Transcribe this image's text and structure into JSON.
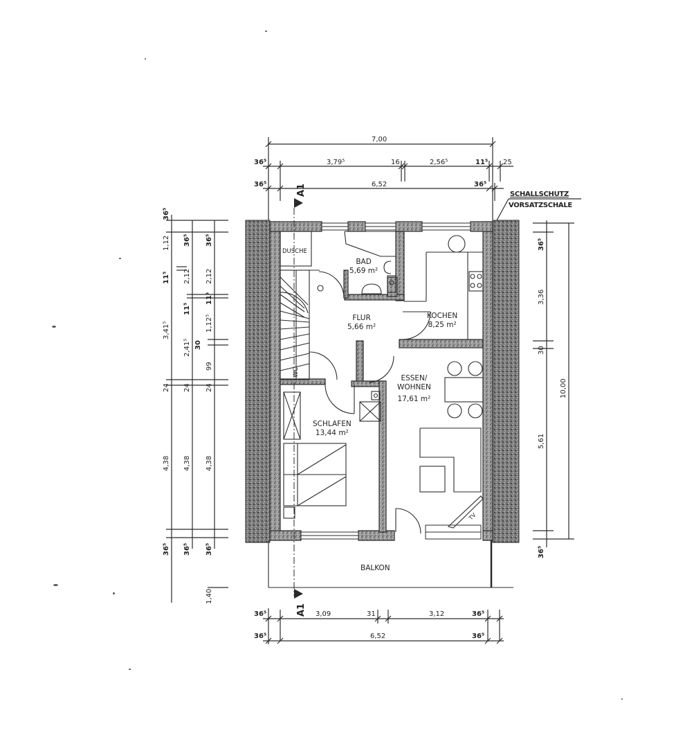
{
  "drawing": {
    "type": "floor-plan",
    "section_marker": "A1",
    "note_line1": "SCHALLSCHUTZ",
    "note_line2": "VORSATZSCHALE"
  },
  "rooms": {
    "dusche": {
      "name": "DUSCHE"
    },
    "bad": {
      "name": "BAD",
      "area": "5,69 m²"
    },
    "flur": {
      "name": "FLUR",
      "area": "5,66 m²"
    },
    "kochen": {
      "name": "KOCHEN",
      "area": "8,25 m²"
    },
    "essen": {
      "name1": "ESSEN/",
      "name2": "WOHNEN",
      "area": "17,61 m²"
    },
    "schlafen": {
      "name": "SCHLAFEN",
      "area": "13,44 m²"
    },
    "balkon": {
      "name": "BALKON"
    },
    "wc": {
      "name": "WC"
    },
    "tv": {
      "name": "TV"
    }
  },
  "dims_top": {
    "overall": "7,00",
    "row2": [
      "36⁵",
      "3,79⁵",
      "16",
      "2,56⁵",
      "11⁵",
      "25"
    ],
    "row3": [
      "36⁵",
      "6,52",
      "36⁵"
    ]
  },
  "dims_bottom": {
    "row1": [
      "36⁵",
      "3,09",
      "31",
      "3,12",
      "36⁵"
    ],
    "row2": [
      "36⁵",
      "6,52",
      "36⁵"
    ]
  },
  "dims_left": {
    "col1": [
      "36⁵",
      "1,12",
      "11⁵",
      "3,41⁵",
      "24",
      "4,38",
      "36⁵",
      "1,40"
    ],
    "col2": [
      "36⁵",
      "2,12",
      "11⁵",
      "2,41⁵",
      "24",
      "4,38",
      "36⁵"
    ],
    "col3": [
      "36⁵",
      "2,12",
      "11⁵",
      "1,12⁵",
      "30",
      "99",
      "24",
      "4,38",
      "36⁵"
    ]
  },
  "dims_right": {
    "col1": [
      "36⁵",
      "3,36",
      "30",
      "5,61",
      "36⁵"
    ],
    "overall": "10,00"
  },
  "colors": {
    "line": "#2a2a2a",
    "wall_fill": "#8a8a8a",
    "paper": "#ffffff"
  }
}
